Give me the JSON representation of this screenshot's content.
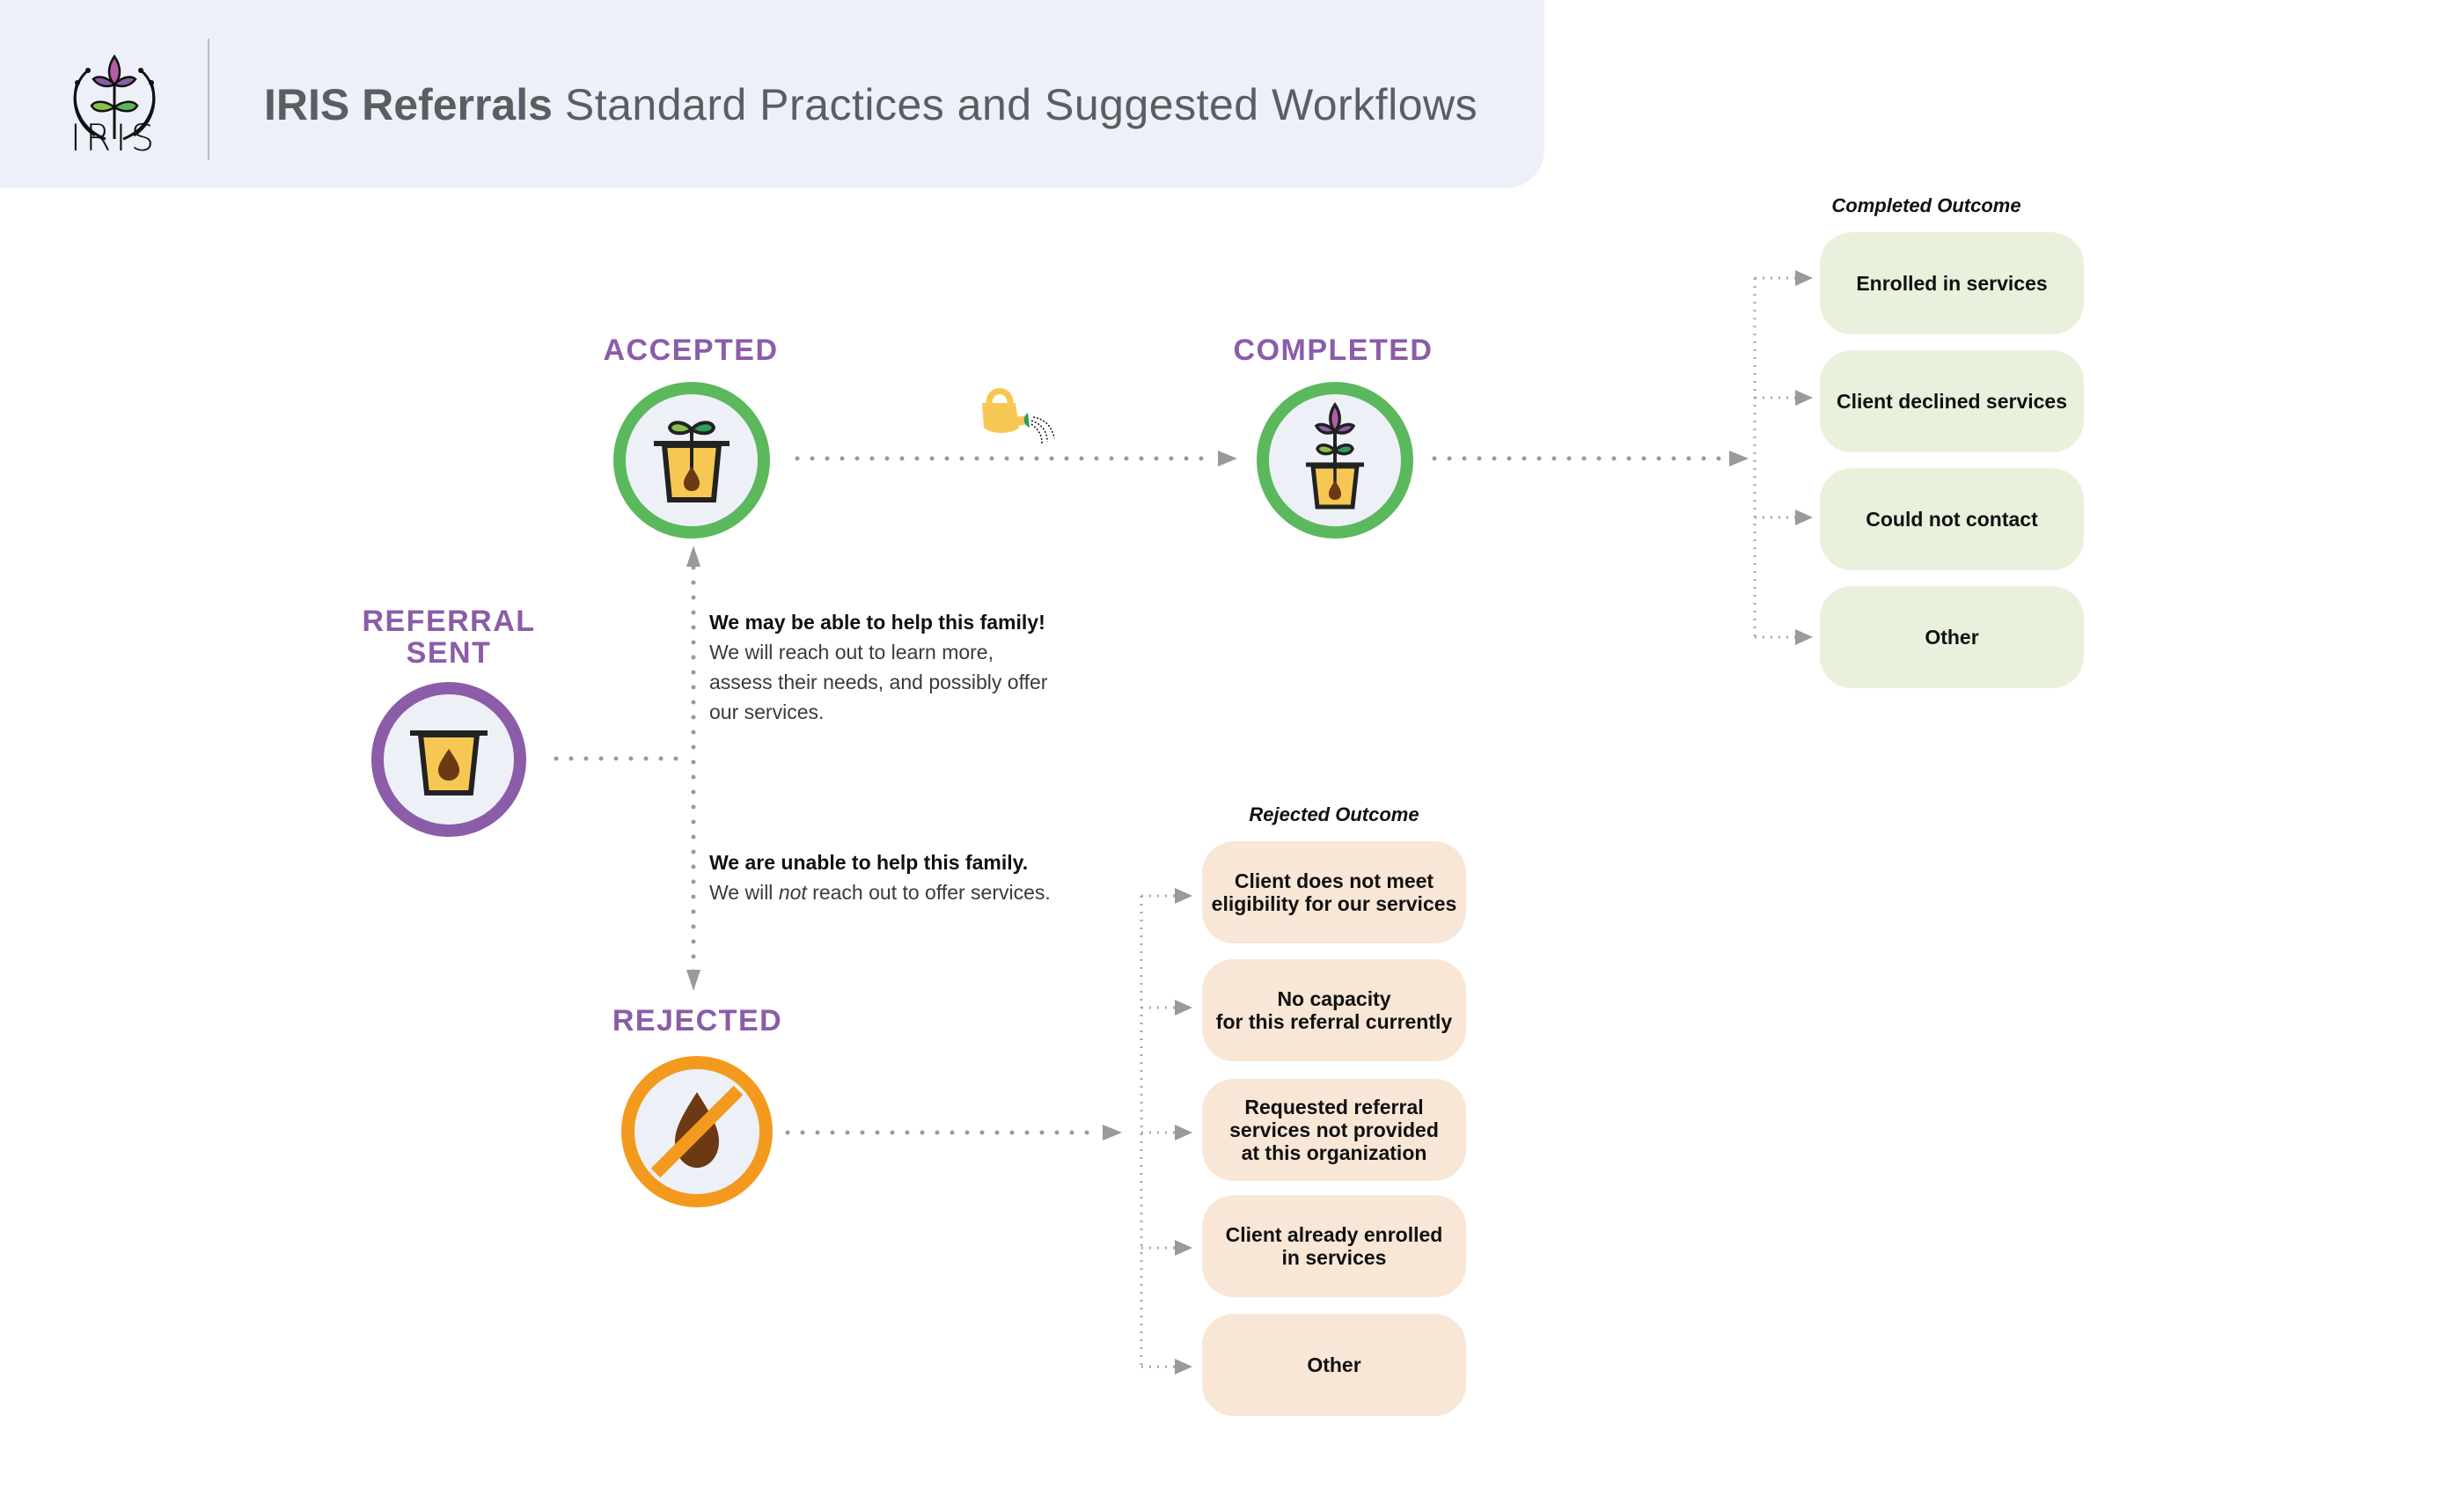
{
  "header": {
    "logo_text": "IRIS",
    "title_bold": "IRIS Referrals",
    "title_light": "Standard Practices and Suggested Workflows"
  },
  "colors": {
    "label_purple": "#8b5ca8",
    "accepted_ring": "#5cb85c",
    "rejected_ring": "#f39a1e",
    "referral_ring": "#8b5ca8",
    "pot_yellow": "#f6c853",
    "seed_brown": "#6b3a14",
    "completed_box": "#e9f1dc",
    "rejected_box": "#f8e6d6",
    "connector_gray": "#9a9a9a"
  },
  "stages": {
    "referral_sent": {
      "label_line1": "REFERRAL",
      "label_line2": "SENT",
      "icon": "seed-pot-icon"
    },
    "accepted": {
      "label": "ACCEPTED",
      "icon": "sprout-pot-icon"
    },
    "completed": {
      "label": "COMPLETED",
      "icon": "flower-pot-icon"
    },
    "rejected": {
      "label": "REJECTED",
      "icon": "no-seed-icon"
    }
  },
  "transition_icon": "watering-can-icon",
  "notes": {
    "accepted": {
      "heading": "We may be able to help this family!",
      "body_line1": "We will reach out to learn more,",
      "body_line2": "assess their needs, and possibly offer",
      "body_line3": "our services."
    },
    "rejected": {
      "heading": "We are unable to help this family.",
      "body_pre": "We will ",
      "body_em": "not",
      "body_post": " reach out to offer services."
    }
  },
  "completed_outcome": {
    "title": "Completed Outcome",
    "items": [
      "Enrolled in services",
      "Client declined services",
      "Could not contact",
      "Other"
    ]
  },
  "rejected_outcome": {
    "title": "Rejected Outcome",
    "items": [
      "Client does not meet\neligibility for our services",
      "No capacity\nfor this referral currently",
      "Requested referral\nservices not provided\nat this organization",
      "Client already enrolled\nin services",
      "Other"
    ]
  }
}
